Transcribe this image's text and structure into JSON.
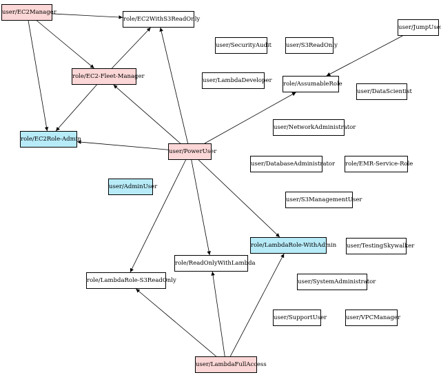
{
  "colors": {
    "plain": "#ffffff",
    "pink": "#fcd7d7",
    "blue": "#b7ebf8",
    "edge": "#000000"
  },
  "nodes": {
    "ec2manager": {
      "label": "user/EC2Manager",
      "fill": "pink"
    },
    "ec2withs3readonly": {
      "label": "role/EC2WithS3ReadOnly",
      "fill": "plain"
    },
    "securityaudit": {
      "label": "user/SecurityAudit",
      "fill": "plain"
    },
    "s3readonly": {
      "label": "user/S3ReadOnly",
      "fill": "plain"
    },
    "jumpuser": {
      "label": "user/JumpUser",
      "fill": "plain"
    },
    "ec2fleetmanager": {
      "label": "role/EC2-Fleet-Manager",
      "fill": "pink"
    },
    "lambdadeveloper": {
      "label": "user/LambdaDeveloper",
      "fill": "plain"
    },
    "assumablerole": {
      "label": "role/AssumableRole",
      "fill": "plain"
    },
    "datascientist": {
      "label": "user/DataScientist",
      "fill": "plain"
    },
    "networkadministrator": {
      "label": "user/NetworkAdministrator",
      "fill": "plain"
    },
    "ec2roleadmin": {
      "label": "role/EC2Role-Admin",
      "fill": "blue"
    },
    "poweruser": {
      "label": "user/PowerUser",
      "fill": "pink"
    },
    "databaseadministrator": {
      "label": "user/DatabaseAdministrator",
      "fill": "plain"
    },
    "emrservicerole": {
      "label": "role/EMR-Service-Role",
      "fill": "plain"
    },
    "adminuser": {
      "label": "user/AdminUser",
      "fill": "blue"
    },
    "s3managementuser": {
      "label": "user/S3ManagementUser",
      "fill": "plain"
    },
    "lambdarolewithadmin": {
      "label": "role/LambdaRole-WithAdmin",
      "fill": "blue"
    },
    "testingskywalker": {
      "label": "user/TestingSkywalker",
      "fill": "plain"
    },
    "readonlywithlambda": {
      "label": "role/ReadOnlyWithLambda",
      "fill": "plain"
    },
    "lambdarole_s3readonly": {
      "label": "role/LambdaRole-S3ReadOnly",
      "fill": "plain"
    },
    "systemadministrator": {
      "label": "user/SystemAdministrator",
      "fill": "plain"
    },
    "supportuser": {
      "label": "user/SupportUser",
      "fill": "plain"
    },
    "vpcmanager": {
      "label": "user/VPCManager",
      "fill": "plain"
    },
    "lambdafullaccess": {
      "label": "user/LambdaFullAccess",
      "fill": "pink"
    }
  },
  "edges": [
    {
      "from": "ec2manager",
      "to": "ec2withs3readonly"
    },
    {
      "from": "ec2manager",
      "to": "ec2fleetmanager"
    },
    {
      "from": "ec2manager",
      "to": "ec2roleadmin"
    },
    {
      "from": "ec2fleetmanager",
      "to": "ec2withs3readonly"
    },
    {
      "from": "ec2fleetmanager",
      "to": "ec2roleadmin"
    },
    {
      "from": "poweruser",
      "to": "ec2withs3readonly"
    },
    {
      "from": "poweruser",
      "to": "ec2fleetmanager"
    },
    {
      "from": "poweruser",
      "to": "ec2roleadmin"
    },
    {
      "from": "poweruser",
      "to": "assumablerole"
    },
    {
      "from": "poweruser",
      "to": "lambdarolewithadmin"
    },
    {
      "from": "poweruser",
      "to": "readonlywithlambda"
    },
    {
      "from": "poweruser",
      "to": "lambdarole_s3readonly"
    },
    {
      "from": "jumpuser",
      "to": "assumablerole"
    },
    {
      "from": "lambdafullaccess",
      "to": "lambdarole_s3readonly"
    },
    {
      "from": "lambdafullaccess",
      "to": "readonlywithlambda"
    },
    {
      "from": "lambdafullaccess",
      "to": "lambdarolewithadmin"
    }
  ]
}
